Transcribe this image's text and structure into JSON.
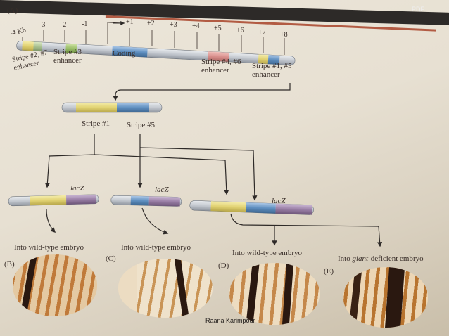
{
  "header": {
    "logo_text": "PDF"
  },
  "panel_a": {
    "letter": "(A)",
    "ticks": [
      "-4 Kb",
      "-3",
      "-2",
      "-1",
      "+1",
      "+2",
      "+3",
      "+4",
      "+5",
      "+6",
      "+7",
      "+8"
    ],
    "regions": {
      "stripe27": "Stripe #2, #7 enhancer",
      "stripe3": "Stripe #3 enhancer",
      "coding": "Coding",
      "stripe46": "Stripe #4, #6 enhancer",
      "stripe15": "Stripe #1, #5 enhancer"
    }
  },
  "construct": {
    "stripe1": "Stripe #1",
    "stripe5": "Stripe #5"
  },
  "reporters": {
    "lacz": "lacZ"
  },
  "panels": {
    "b": {
      "letter": "(B)",
      "caption": "Into wild-type embryo"
    },
    "c": {
      "letter": "(C)",
      "caption": "Into wild-type embryo"
    },
    "d": {
      "letter": "(D)",
      "caption": "Into wild-type embryo"
    },
    "e": {
      "letter": "(E)",
      "caption_prefix": "Into ",
      "caption_italic": "giant",
      "caption_suffix": "-deficient embryo"
    }
  },
  "watermark": "Raana Karimpour",
  "colors": {
    "yellow": "#e3d77a",
    "blue": "#5f8fc0",
    "purple": "#9a7fa6",
    "pink": "#d98f8c",
    "green": "#9bbf6a",
    "rod": "#c9cdd3"
  }
}
